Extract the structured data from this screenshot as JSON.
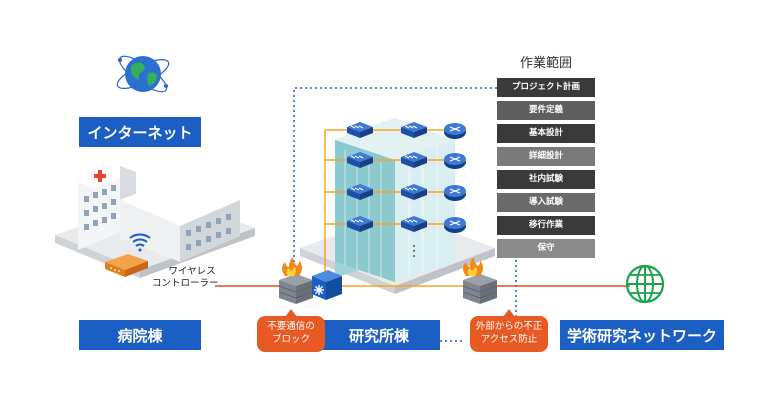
{
  "labels": {
    "internet": "インターネット",
    "hospital": "病院棟",
    "research": "研究所棟",
    "academic": "学術研究ネットワーク"
  },
  "wireless_controller": [
    "ワイヤレス",
    "コントローラー"
  ],
  "callouts": {
    "left": [
      "不要通信の",
      "ブロック"
    ],
    "right": [
      "外部からの不正",
      "アクセス防止"
    ]
  },
  "scope": {
    "title": "作業範囲",
    "items": [
      {
        "label": "プロジェクト計画",
        "color": "#3a3a3a"
      },
      {
        "label": "要件定義",
        "color": "#5e5e5e"
      },
      {
        "label": "基本設計",
        "color": "#3a3a3a"
      },
      {
        "label": "詳細設計",
        "color": "#7a7a7a"
      },
      {
        "label": "社内試験",
        "color": "#3a3a3a"
      },
      {
        "label": "導入試験",
        "color": "#6a6a6a"
      },
      {
        "label": "移行作業",
        "color": "#3a3a3a"
      },
      {
        "label": "保守",
        "color": "#8a8a8a"
      }
    ]
  },
  "colors": {
    "label_blue": "#1b5fc4",
    "callout_orange": "#e85a24",
    "line_red": "#e84a2c",
    "line_orange": "#f5a623",
    "dotted_blue": "#1b5fc4",
    "globe_green": "#1aa34a"
  },
  "icons": {
    "internet": "globe-satellite-icon",
    "hospital": "hospital-building-icon",
    "research": "research-building-icon",
    "firewall": "firewall-icon",
    "switch": "l3-switch-icon",
    "academic": "green-globe-icon"
  }
}
